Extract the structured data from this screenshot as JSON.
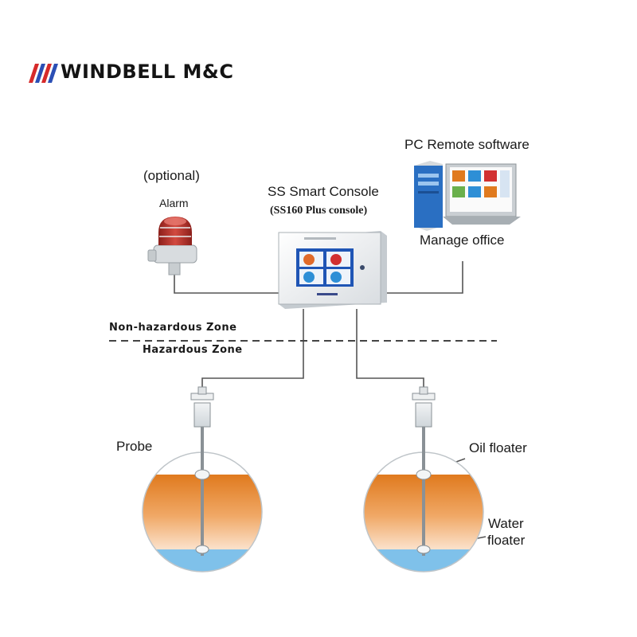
{
  "brand": {
    "name": "WINDBELL M&C",
    "logo_colors": [
      "#d62a2a",
      "#2b4fb5"
    ]
  },
  "alarm": {
    "optional_label": "(optional)",
    "label": "Alarm"
  },
  "console": {
    "title": "SS Smart Console",
    "subtitle": "(SS160 Plus console)"
  },
  "pc": {
    "title": "PC Remote software",
    "office_label": "Manage office"
  },
  "zones": {
    "non_hazardous": "Non-hazardous Zone",
    "hazardous": "Hazardous Zone"
  },
  "tanks": {
    "left": {
      "probe_label": "Probe"
    },
    "right": {
      "oil_label": "Oil floater",
      "water_label_line1": "Water",
      "water_label_line2": "floater"
    }
  },
  "colors": {
    "oil_top": "#e07a1e",
    "oil_bottom": "#fbe2cc",
    "water": "#7fc1ea",
    "line": "#555555",
    "alarm_red": "#b8322c",
    "screen_blue": "#1f55b5"
  }
}
